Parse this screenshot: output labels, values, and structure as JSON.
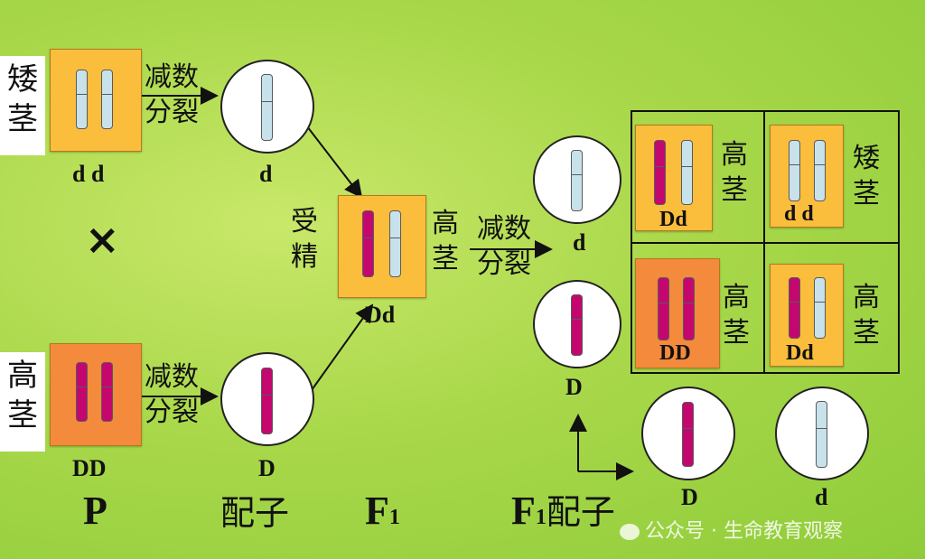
{
  "parents": {
    "short_stem": "矮茎",
    "short_genotype": "d d",
    "tall_stem": "高茎",
    "tall_genotype": "DD",
    "cross_symbol": "×"
  },
  "meiosis": "减数分裂",
  "gametes": {
    "d": "d",
    "D": "D"
  },
  "fertilization": "受精",
  "f1": {
    "genotype": "Dd",
    "phenotype": "高茎"
  },
  "f1_gametes": {
    "d": "d",
    "D": "D"
  },
  "punnett": {
    "cells": [
      {
        "genotype": "Dd",
        "phenotype": "高茎"
      },
      {
        "genotype": "d d",
        "phenotype": "矮茎"
      },
      {
        "genotype": "DD",
        "phenotype": "高茎"
      },
      {
        "genotype": "Dd",
        "phenotype": "高茎"
      }
    ]
  },
  "bottom_gametes": {
    "D": "D",
    "d": "d"
  },
  "bottom_labels": {
    "p": "P",
    "gametes": "配子",
    "f1": "F",
    "f1_sub": "1",
    "f1_gametes_pre": "F",
    "f1_gametes_sub": "1",
    "f1_gametes_post": "配子"
  },
  "watermark": "公众号 · 生命教育观察",
  "colors": {
    "dominant": "#c4076e",
    "recessive": "#c8e2ec",
    "yellow_box": "#fbbd3c",
    "orange_box": "#f48a3c"
  }
}
